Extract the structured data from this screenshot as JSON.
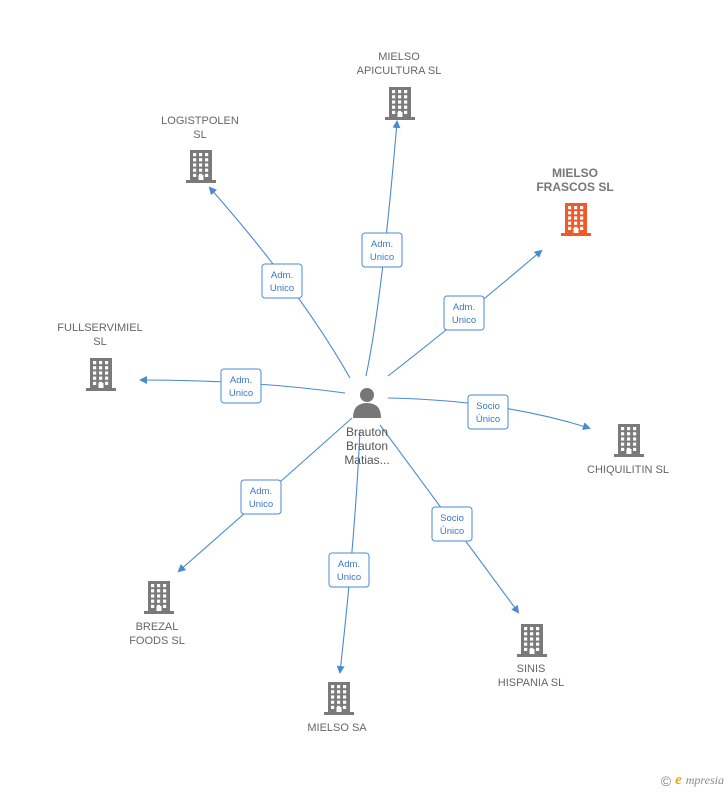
{
  "center": {
    "label_lines": [
      "Brauton",
      "Brauton",
      "Matias..."
    ]
  },
  "nodes": [
    {
      "id": "apicultura",
      "label_lines": [
        "MIELSO",
        "APICULTURA  SL"
      ],
      "highlight": false
    },
    {
      "id": "logistpolen",
      "label_lines": [
        "LOGISTPOLEN",
        "SL"
      ],
      "highlight": false
    },
    {
      "id": "frascos",
      "label_lines": [
        "MIELSO",
        "FRASCOS  SL"
      ],
      "highlight": true
    },
    {
      "id": "fullservimiel",
      "label_lines": [
        "FULLSERVIMIEL",
        "SL"
      ],
      "highlight": false
    },
    {
      "id": "chiquilitin",
      "label_lines": [
        "CHIQUILITIN SL"
      ],
      "highlight": false
    },
    {
      "id": "brezal",
      "label_lines": [
        "BREZAL",
        "FOODS  SL"
      ],
      "highlight": false
    },
    {
      "id": "mielso_sa",
      "label_lines": [
        "MIELSO SA"
      ],
      "highlight": false
    },
    {
      "id": "sinis",
      "label_lines": [
        "SINIS",
        "HISPANIA SL"
      ],
      "highlight": false
    }
  ],
  "edges": [
    {
      "to": "apicultura",
      "label_lines": [
        "Adm.",
        "Unico"
      ]
    },
    {
      "to": "logistpolen",
      "label_lines": [
        "Adm.",
        "Unico"
      ]
    },
    {
      "to": "frascos",
      "label_lines": [
        "Adm.",
        "Unico"
      ]
    },
    {
      "to": "fullservimiel",
      "label_lines": [
        "Adm.",
        "Unico"
      ]
    },
    {
      "to": "chiquilitin",
      "label_lines": [
        "Socio",
        "Único"
      ]
    },
    {
      "to": "brezal",
      "label_lines": [
        "Adm.",
        "Unico"
      ]
    },
    {
      "to": "mielso_sa",
      "label_lines": [
        "Adm.",
        "Unico"
      ]
    },
    {
      "to": "sinis",
      "label_lines": [
        "Socio",
        "Único"
      ]
    }
  ],
  "colors": {
    "edge": "#4a8ad4",
    "building": "#7a7a7a",
    "building_highlight": "#f05a28",
    "person": "#777777"
  },
  "footer": {
    "copyright": "©",
    "brand_initial": "e",
    "brand_rest": "mpresia"
  }
}
